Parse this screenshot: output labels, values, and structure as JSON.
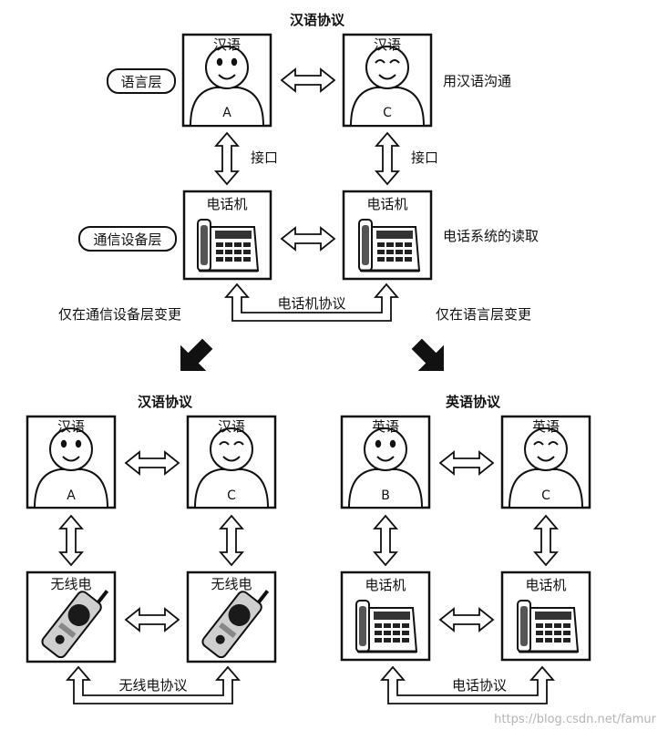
{
  "top": {
    "protocol_title": "汉语协议",
    "box_a_label": "汉语",
    "box_a_letter": "A",
    "box_c_label": "汉语",
    "box_c_letter": "C",
    "layer_language": "语言层",
    "layer_device": "通信设备层",
    "note_language": "用汉语沟通",
    "interface_left": "接口",
    "interface_right": "接口",
    "phone_left_label": "电话机",
    "phone_right_label": "电话机",
    "note_device": "电话系统的读取",
    "phone_protocol": "电话机协议",
    "change_left": "仅在通信设备层变更",
    "change_right": "仅在语言层变更"
  },
  "bottom_left": {
    "protocol_title": "汉语协议",
    "box_a_label": "汉语",
    "box_a_letter": "A",
    "box_c_label": "汉语",
    "box_c_letter": "C",
    "radio_left_label": "无线电",
    "radio_right_label": "无线电",
    "radio_protocol": "无线电协议"
  },
  "bottom_right": {
    "protocol_title": "英语协议",
    "box_b_label": "英语",
    "box_b_letter": "B",
    "box_c_label": "英语",
    "box_c_letter": "C",
    "phone_left_label": "电话机",
    "phone_right_label": "电话机",
    "phone_protocol": "电话协议"
  },
  "watermark": "https://blog.csdn.net/famur"
}
